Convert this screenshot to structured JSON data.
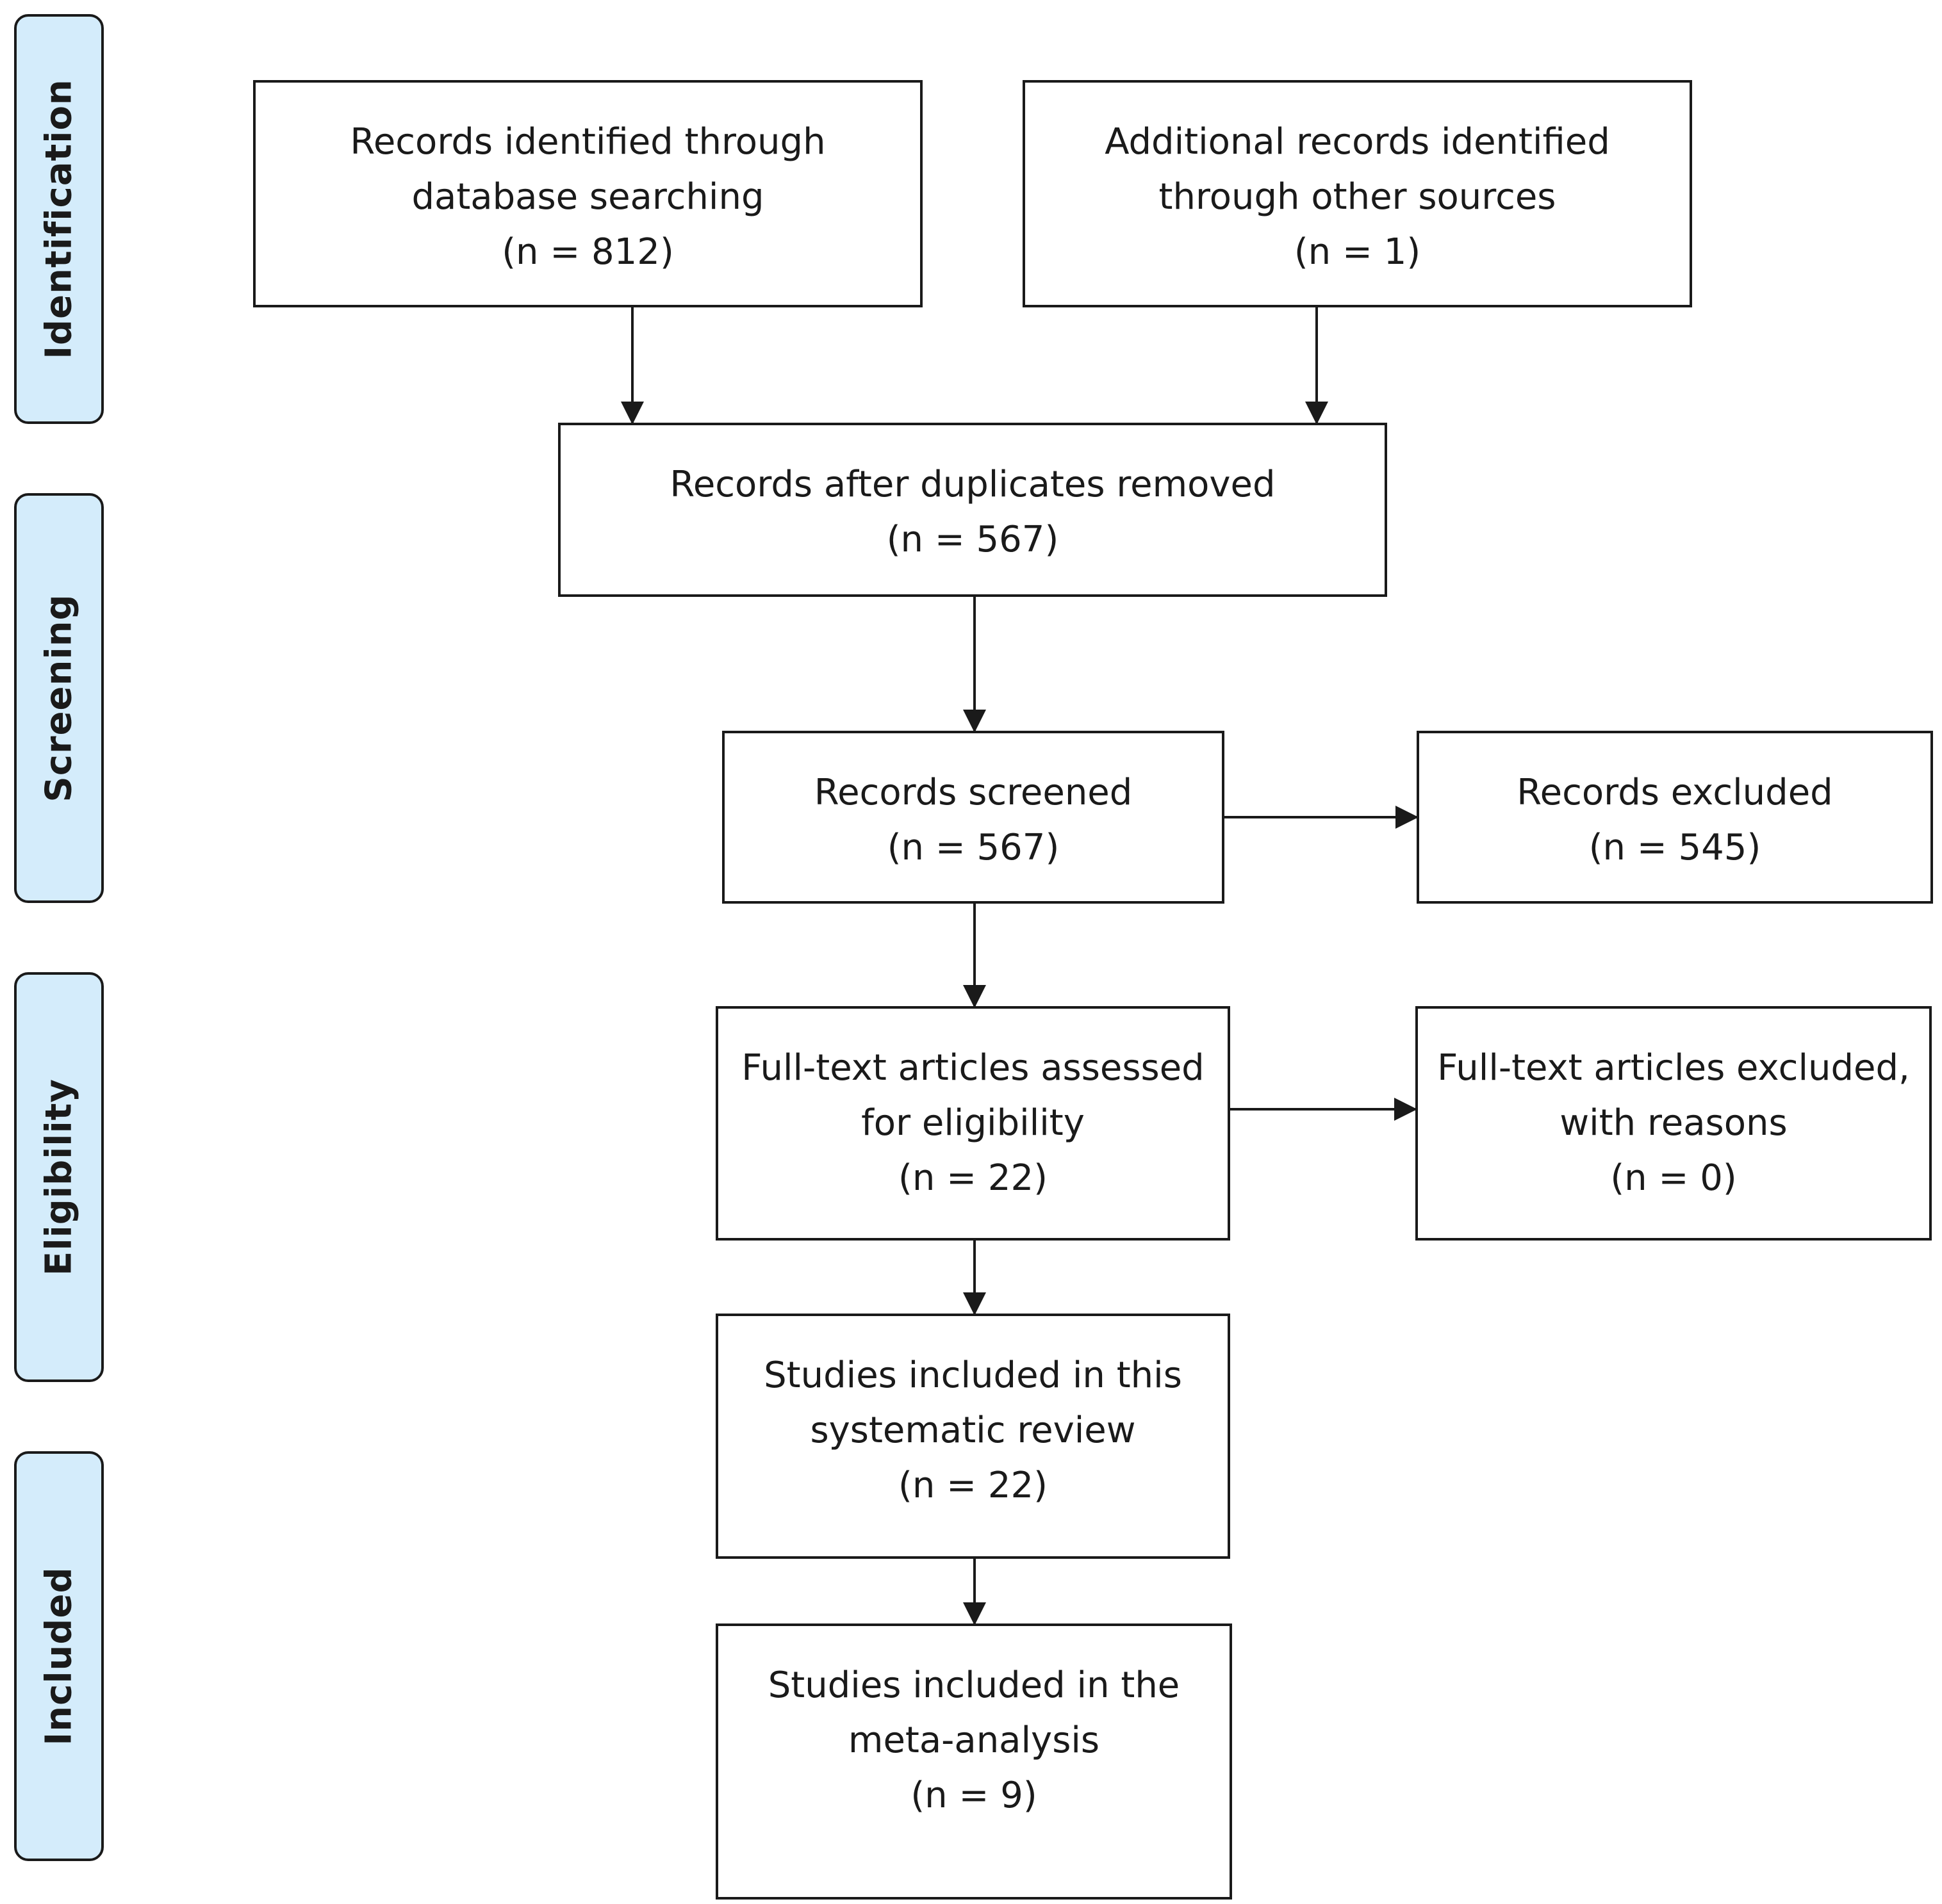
{
  "phases": {
    "identification": "Identification",
    "screening": "Screening",
    "eligibility": "Eligibility",
    "included": "Included"
  },
  "boxes": {
    "database_search": {
      "line1": "Records identified through",
      "line2": "database searching",
      "count": "(n = 812)"
    },
    "other_sources": {
      "line1": "Additional records identified",
      "line2": "through other sources",
      "count": "(n = 1)"
    },
    "duplicates_removed": {
      "line1": "Records after duplicates removed",
      "count": "(n = 567)"
    },
    "screened": {
      "line1": "Records screened",
      "count": "(n = 567)"
    },
    "excluded": {
      "line1": "Records excluded",
      "count": "(n = 545)"
    },
    "fulltext_assessed": {
      "line1": "Full-text articles assessed",
      "line2": "for eligibility",
      "count": "(n = 22)"
    },
    "fulltext_excluded": {
      "line1": "Full-text articles excluded,",
      "line2": "with reasons",
      "count": "(n = 0)"
    },
    "systematic_review": {
      "line1": "Studies included in this",
      "line2": "systematic review",
      "count": "(n = 22)"
    },
    "meta_analysis": {
      "line1": "Studies included in the",
      "line2": "meta-analysis",
      "count": "(n = 9)"
    }
  }
}
